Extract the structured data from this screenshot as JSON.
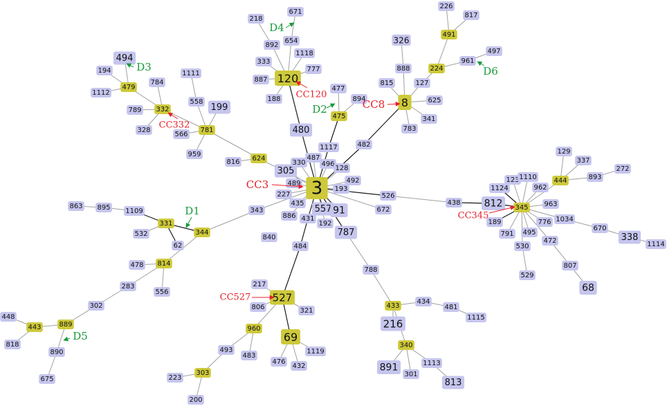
{
  "colors": {
    "founder": "#cdc93a",
    "singleton": "#c5c5ee",
    "edge_light": "#a0a0a0",
    "edge_dark": "#1a1a1a",
    "cc_annotation": "#e8202a",
    "d_annotation": "#1a9a3c"
  },
  "nodes": [
    {
      "id": "3",
      "group": "founder"
    },
    {
      "id": "8",
      "group": "founder"
    },
    {
      "id": "120",
      "group": "founder"
    },
    {
      "id": "345",
      "group": "founder"
    },
    {
      "id": "527",
      "group": "founder"
    },
    {
      "id": "69",
      "group": "founder"
    },
    {
      "id": "479",
      "group": "founder"
    },
    {
      "id": "332",
      "group": "founder"
    },
    {
      "id": "781",
      "group": "founder"
    },
    {
      "id": "624",
      "group": "founder"
    },
    {
      "id": "475",
      "group": "founder"
    },
    {
      "id": "491",
      "group": "founder"
    },
    {
      "id": "224",
      "group": "founder"
    },
    {
      "id": "444",
      "group": "founder"
    },
    {
      "id": "331",
      "group": "founder"
    },
    {
      "id": "344",
      "group": "founder"
    },
    {
      "id": "814",
      "group": "founder"
    },
    {
      "id": "889",
      "group": "founder"
    },
    {
      "id": "443",
      "group": "founder"
    },
    {
      "id": "960",
      "group": "founder"
    },
    {
      "id": "303",
      "group": "founder"
    },
    {
      "id": "433",
      "group": "founder"
    },
    {
      "id": "340",
      "group": "founder"
    },
    {
      "id": "216",
      "group": "singleton"
    },
    {
      "id": "891",
      "group": "singleton"
    },
    {
      "id": "813",
      "group": "singleton"
    },
    {
      "id": "812",
      "group": "singleton"
    },
    {
      "id": "338",
      "group": "singleton"
    },
    {
      "id": "68",
      "group": "singleton"
    },
    {
      "id": "557",
      "group": "singleton"
    },
    {
      "id": "91",
      "group": "singleton"
    },
    {
      "id": "787",
      "group": "singleton"
    },
    {
      "id": "305",
      "group": "singleton"
    },
    {
      "id": "480",
      "group": "singleton"
    },
    {
      "id": "494",
      "group": "singleton"
    },
    {
      "id": "199",
      "group": "singleton"
    },
    {
      "id": "326",
      "group": "singleton"
    },
    {
      "id": "671",
      "group": "singleton"
    },
    {
      "id": "218",
      "group": "singleton"
    },
    {
      "id": "892",
      "group": "singleton"
    },
    {
      "id": "654",
      "group": "singleton"
    },
    {
      "id": "1118",
      "group": "singleton"
    },
    {
      "id": "333",
      "group": "singleton"
    },
    {
      "id": "777",
      "group": "singleton"
    },
    {
      "id": "887",
      "group": "singleton"
    },
    {
      "id": "188",
      "group": "singleton"
    },
    {
      "id": "226",
      "group": "singleton"
    },
    {
      "id": "817",
      "group": "singleton"
    },
    {
      "id": "888",
      "group": "singleton"
    },
    {
      "id": "127",
      "group": "singleton"
    },
    {
      "id": "961",
      "group": "singleton"
    },
    {
      "id": "497",
      "group": "singleton"
    },
    {
      "id": "815",
      "group": "singleton"
    },
    {
      "id": "625",
      "group": "singleton"
    },
    {
      "id": "341",
      "group": "singleton"
    },
    {
      "id": "783",
      "group": "singleton"
    },
    {
      "id": "477",
      "group": "singleton"
    },
    {
      "id": "894",
      "group": "singleton"
    },
    {
      "id": "1117",
      "group": "singleton"
    },
    {
      "id": "482",
      "group": "singleton"
    },
    {
      "id": "194",
      "group": "singleton"
    },
    {
      "id": "1112",
      "group": "singleton"
    },
    {
      "id": "784",
      "group": "singleton"
    },
    {
      "id": "789",
      "group": "singleton"
    },
    {
      "id": "328",
      "group": "singleton"
    },
    {
      "id": "1111",
      "group": "singleton"
    },
    {
      "id": "558",
      "group": "singleton"
    },
    {
      "id": "566",
      "group": "singleton"
    },
    {
      "id": "959",
      "group": "singleton"
    },
    {
      "id": "816",
      "group": "singleton"
    },
    {
      "id": "330",
      "group": "singleton"
    },
    {
      "id": "487",
      "group": "singleton"
    },
    {
      "id": "496",
      "group": "singleton"
    },
    {
      "id": "128",
      "group": "singleton"
    },
    {
      "id": "489",
      "group": "singleton"
    },
    {
      "id": "492",
      "group": "singleton"
    },
    {
      "id": "193",
      "group": "singleton"
    },
    {
      "id": "227",
      "group": "singleton"
    },
    {
      "id": "435",
      "group": "singleton"
    },
    {
      "id": "526",
      "group": "singleton"
    },
    {
      "id": "672",
      "group": "singleton"
    },
    {
      "id": "343",
      "group": "singleton"
    },
    {
      "id": "886",
      "group": "singleton"
    },
    {
      "id": "431",
      "group": "singleton"
    },
    {
      "id": "192",
      "group": "singleton"
    },
    {
      "id": "840",
      "group": "singleton"
    },
    {
      "id": "484",
      "group": "singleton"
    },
    {
      "id": "129",
      "group": "singleton"
    },
    {
      "id": "337",
      "group": "singleton"
    },
    {
      "id": "272",
      "group": "singleton"
    },
    {
      "id": "893",
      "group": "singleton"
    },
    {
      "id": "123",
      "group": "singleton"
    },
    {
      "id": "1110",
      "group": "singleton"
    },
    {
      "id": "1124",
      "group": "singleton"
    },
    {
      "id": "962",
      "group": "singleton"
    },
    {
      "id": "963",
      "group": "singleton"
    },
    {
      "id": "438",
      "group": "singleton"
    },
    {
      "id": "189",
      "group": "singleton"
    },
    {
      "id": "776",
      "group": "singleton"
    },
    {
      "id": "1034",
      "group": "singleton"
    },
    {
      "id": "670",
      "group": "singleton"
    },
    {
      "id": "1114",
      "group": "singleton"
    },
    {
      "id": "791",
      "group": "singleton"
    },
    {
      "id": "495",
      "group": "singleton"
    },
    {
      "id": "472",
      "group": "singleton"
    },
    {
      "id": "530",
      "group": "singleton"
    },
    {
      "id": "807",
      "group": "singleton"
    },
    {
      "id": "529",
      "group": "singleton"
    },
    {
      "id": "863",
      "group": "singleton"
    },
    {
      "id": "895",
      "group": "singleton"
    },
    {
      "id": "1109",
      "group": "singleton"
    },
    {
      "id": "532",
      "group": "singleton"
    },
    {
      "id": "62",
      "group": "singleton"
    },
    {
      "id": "478",
      "group": "singleton"
    },
    {
      "id": "556",
      "group": "singleton"
    },
    {
      "id": "283",
      "group": "singleton"
    },
    {
      "id": "302",
      "group": "singleton"
    },
    {
      "id": "448",
      "group": "singleton"
    },
    {
      "id": "818",
      "group": "singleton"
    },
    {
      "id": "890",
      "group": "singleton"
    },
    {
      "id": "675",
      "group": "singleton"
    },
    {
      "id": "217",
      "group": "singleton"
    },
    {
      "id": "806",
      "group": "singleton"
    },
    {
      "id": "321",
      "group": "singleton"
    },
    {
      "id": "493",
      "group": "singleton"
    },
    {
      "id": "483",
      "group": "singleton"
    },
    {
      "id": "476",
      "group": "singleton"
    },
    {
      "id": "432",
      "group": "singleton"
    },
    {
      "id": "1119",
      "group": "singleton"
    },
    {
      "id": "223",
      "group": "singleton"
    },
    {
      "id": "200",
      "group": "singleton"
    },
    {
      "id": "788",
      "group": "singleton"
    },
    {
      "id": "434",
      "group": "singleton"
    },
    {
      "id": "481",
      "group": "singleton"
    },
    {
      "id": "1115",
      "group": "singleton"
    },
    {
      "id": "301",
      "group": "singleton"
    },
    {
      "id": "1113",
      "group": "singleton"
    }
  ],
  "edges": [
    [
      "3",
      "330"
    ],
    [
      "3",
      "487"
    ],
    [
      "3",
      "496"
    ],
    [
      "3",
      "128"
    ],
    [
      "3",
      "489"
    ],
    [
      "3",
      "492"
    ],
    [
      "3",
      "193"
    ],
    [
      "3",
      "227"
    ],
    [
      "3",
      "435"
    ],
    [
      "3",
      "557"
    ],
    [
      "3",
      "91"
    ],
    [
      "3",
      "672"
    ],
    [
      "3",
      "526"
    ],
    [
      "3",
      "305"
    ],
    [
      "3",
      "886"
    ],
    [
      "3",
      "431"
    ],
    [
      "3",
      "192"
    ],
    [
      "3",
      "787"
    ],
    [
      "3",
      "343"
    ],
    [
      "3",
      "482"
    ],
    [
      "3",
      "1117"
    ],
    [
      "3",
      "480"
    ],
    [
      "3",
      "624"
    ],
    [
      "480",
      "120"
    ],
    [
      "120",
      "333"
    ],
    [
      "120",
      "887"
    ],
    [
      "120",
      "188"
    ],
    [
      "120",
      "777"
    ],
    [
      "120",
      "1118"
    ],
    [
      "120",
      "654"
    ],
    [
      "120",
      "892"
    ],
    [
      "654",
      "671"
    ],
    [
      "892",
      "218"
    ],
    [
      "1117",
      "475"
    ],
    [
      "475",
      "477"
    ],
    [
      "475",
      "894"
    ],
    [
      "482",
      "8"
    ],
    [
      "8",
      "888"
    ],
    [
      "8",
      "815"
    ],
    [
      "8",
      "127"
    ],
    [
      "8",
      "625"
    ],
    [
      "8",
      "341"
    ],
    [
      "8",
      "783"
    ],
    [
      "888",
      "326"
    ],
    [
      "127",
      "224"
    ],
    [
      "224",
      "491"
    ],
    [
      "491",
      "226"
    ],
    [
      "491",
      "817"
    ],
    [
      "224",
      "961"
    ],
    [
      "961",
      "497"
    ],
    [
      "624",
      "816"
    ],
    [
      "624",
      "781"
    ],
    [
      "781",
      "558"
    ],
    [
      "781",
      "199"
    ],
    [
      "781",
      "566"
    ],
    [
      "781",
      "959"
    ],
    [
      "781",
      "332"
    ],
    [
      "558",
      "1111"
    ],
    [
      "332",
      "784"
    ],
    [
      "332",
      "789"
    ],
    [
      "332",
      "328"
    ],
    [
      "332",
      "479"
    ],
    [
      "479",
      "494"
    ],
    [
      "479",
      "194"
    ],
    [
      "479",
      "1112"
    ],
    [
      "526",
      "438"
    ],
    [
      "438",
      "812"
    ],
    [
      "812",
      "345"
    ],
    [
      "345",
      "123"
    ],
    [
      "345",
      "1110"
    ],
    [
      "345",
      "1124"
    ],
    [
      "345",
      "962"
    ],
    [
      "345",
      "963"
    ],
    [
      "345",
      "189"
    ],
    [
      "345",
      "776"
    ],
    [
      "345",
      "791"
    ],
    [
      "345",
      "495"
    ],
    [
      "345",
      "472"
    ],
    [
      "345",
      "530"
    ],
    [
      "345",
      "1034"
    ],
    [
      "345",
      "444"
    ],
    [
      "444",
      "129"
    ],
    [
      "444",
      "337"
    ],
    [
      "444",
      "893"
    ],
    [
      "893",
      "272"
    ],
    [
      "1034",
      "670"
    ],
    [
      "670",
      "338"
    ],
    [
      "338",
      "1114"
    ],
    [
      "472",
      "807"
    ],
    [
      "807",
      "68"
    ],
    [
      "530",
      "529"
    ],
    [
      "343",
      "344"
    ],
    [
      "344",
      "331"
    ],
    [
      "331",
      "1109"
    ],
    [
      "1109",
      "895"
    ],
    [
      "895",
      "863"
    ],
    [
      "331",
      "532"
    ],
    [
      "331",
      "62"
    ],
    [
      "344",
      "814"
    ],
    [
      "814",
      "478"
    ],
    [
      "814",
      "556"
    ],
    [
      "814",
      "283"
    ],
    [
      "283",
      "302"
    ],
    [
      "302",
      "889"
    ],
    [
      "889",
      "443"
    ],
    [
      "443",
      "448"
    ],
    [
      "443",
      "818"
    ],
    [
      "889",
      "890"
    ],
    [
      "890",
      "675"
    ],
    [
      "431",
      "484"
    ],
    [
      "484",
      "527"
    ],
    [
      "527",
      "217"
    ],
    [
      "527",
      "806"
    ],
    [
      "527",
      "321"
    ],
    [
      "527",
      "69"
    ],
    [
      "527",
      "960"
    ],
    [
      "69",
      "476"
    ],
    [
      "69",
      "432"
    ],
    [
      "69",
      "1119"
    ],
    [
      "960",
      "493"
    ],
    [
      "960",
      "483"
    ],
    [
      "493",
      "303"
    ],
    [
      "303",
      "223"
    ],
    [
      "303",
      "200"
    ],
    [
      "787",
      "788"
    ],
    [
      "788",
      "433"
    ],
    [
      "433",
      "434"
    ],
    [
      "434",
      "481"
    ],
    [
      "481",
      "1115"
    ],
    [
      "433",
      "216"
    ],
    [
      "433",
      "340"
    ],
    [
      "340",
      "891"
    ],
    [
      "340",
      "301"
    ],
    [
      "340",
      "1113"
    ],
    [
      "1113",
      "813"
    ]
  ],
  "annotations": [
    {
      "label": "CC3",
      "kind": "cc",
      "target": "3"
    },
    {
      "label": "CC8",
      "kind": "cc",
      "target": "8"
    },
    {
      "label": "CC120",
      "kind": "cc",
      "target": "120"
    },
    {
      "label": "CC332",
      "kind": "cc",
      "target": "332"
    },
    {
      "label": "CC345",
      "kind": "cc",
      "target": "345"
    },
    {
      "label": "CC527",
      "kind": "cc",
      "target": "527"
    },
    {
      "label": "D1",
      "kind": "d",
      "target": "344"
    },
    {
      "label": "D2",
      "kind": "d",
      "target": "475"
    },
    {
      "label": "D3",
      "kind": "d",
      "target": "494"
    },
    {
      "label": "D4",
      "kind": "d",
      "target": "654"
    },
    {
      "label": "D5",
      "kind": "d",
      "target": "889"
    },
    {
      "label": "D6",
      "kind": "d",
      "target": "961"
    }
  ]
}
